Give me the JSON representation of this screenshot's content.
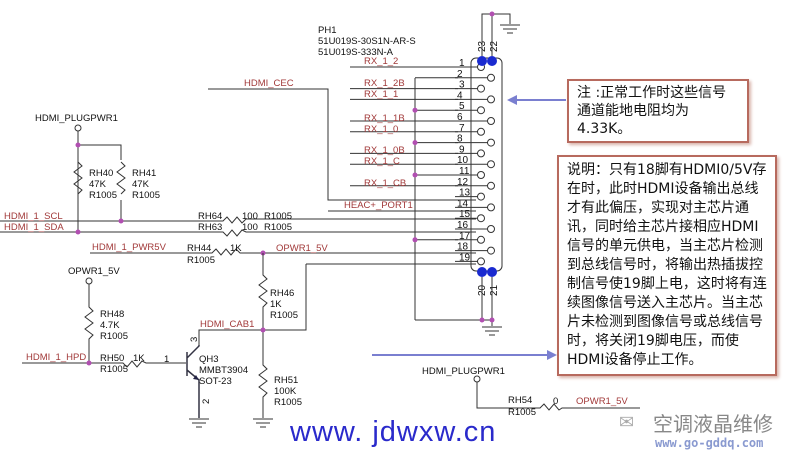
{
  "connector": {
    "ref": "PH1",
    "part1": "51U019S-30S1N-AR-S",
    "part2": "51U019S-333N-A",
    "pins": [
      "1",
      "2",
      "3",
      "4",
      "5",
      "6",
      "7",
      "8",
      "9",
      "10",
      "11",
      "12",
      "13",
      "14",
      "15",
      "16",
      "17",
      "18",
      "19"
    ],
    "shield_pins": [
      "23",
      "22",
      "20",
      "21"
    ]
  },
  "nets": {
    "rx12": "RX_1_2",
    "rx12b": "RX_1_2B",
    "rx11": "RX_1_1",
    "rx11b": "RX_1_1B",
    "rx10": "RX_1_0",
    "rx10b": "RX_1_0B",
    "rx1c": "RX_1_C",
    "rx1cb": "RX_1_CB",
    "cec": "HDMI_CEC",
    "heac": "HEAC+_PORT1",
    "scl": "HDMI_1_SCL",
    "sda": "HDMI_1_SDA",
    "pwr5v": "HDMI_1_PWR5V",
    "opwr": "OPWR1_5V",
    "cab": "HDMI_CAB1",
    "hpd": "HDMI_1_HPD",
    "plugpwr": "HDMI_PLUGPWR1",
    "opwr_port": "OPWR1_5V",
    "plugpwr2": "HDMI_PLUGPWR1",
    "opwr2": "OPWR1_5V"
  },
  "parts": {
    "rh40": {
      "ref": "RH40",
      "val": "47K",
      "pkg": "R1005"
    },
    "rh41": {
      "ref": "RH41",
      "val": "47K",
      "pkg": "R1005"
    },
    "rh64": {
      "ref": "RH64",
      "val": "100",
      "pkg": "R1005"
    },
    "rh63": {
      "ref": "RH63",
      "val": "100",
      "pkg": "R1005"
    },
    "rh44": {
      "ref": "RH44",
      "val": "1K",
      "pkg": "R1005"
    },
    "rh46": {
      "ref": "RH46",
      "val": "1K",
      "pkg": "R1005"
    },
    "rh48": {
      "ref": "RH48",
      "val": "4.7K",
      "pkg": "R1005"
    },
    "rh50": {
      "ref": "RH50",
      "val": "1K",
      "pkg": "R1005"
    },
    "rh51": {
      "ref": "RH51",
      "val": "100K",
      "pkg": "R1005"
    },
    "rh54": {
      "ref": "RH54",
      "val": "0",
      "pkg": "R1005"
    },
    "qh3": {
      "ref": "QH3",
      "val": "MMBT3904",
      "pkg": "SOT-23",
      "pin_b": "1",
      "pin_c": "3",
      "pin_e": "2"
    }
  },
  "notes": {
    "note1": "注 :正常工作时这些信号通道能地电阻均为4.33K。",
    "note2": "说明：只有18脚有HDMI0/5V存在时，此时HDMI设备输出总线才有此偏压，实现对主芯片通讯，同时给主芯片接相应HDMI信号的单元供电，当主芯片检测到总线信号时，将输出热插拔控制信号使19脚上电，这时将有连续图像信号送入主芯片。当主芯片未检测到图像信号或总线信号时，将关闭19脚电压，而使HDMI设备停止工作。"
  },
  "watermark": "www. jdwxw.cn",
  "logo": {
    "title": "空调液晶维修",
    "url": "www.go-gddq.com"
  },
  "colors": {
    "net": "#a23a3a",
    "junction": "#b14fb1",
    "arrow": "#7a7fd0",
    "note_border": "#b76a5e"
  }
}
